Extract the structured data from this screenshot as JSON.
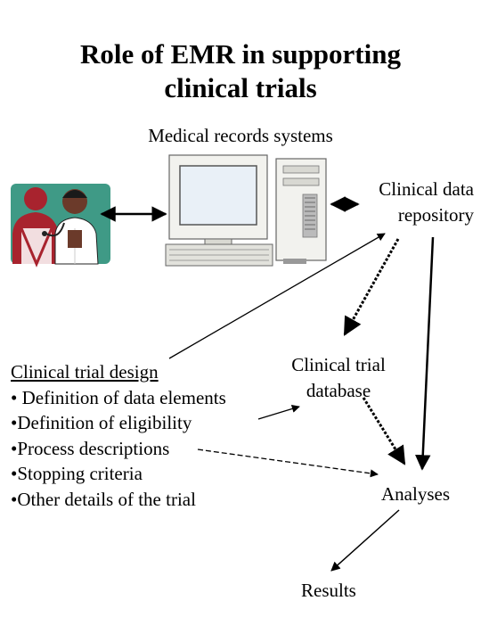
{
  "title": {
    "line1": "Role of EMR in supporting",
    "line2": "clinical trials"
  },
  "labels": {
    "medical_records": "Medical records systems",
    "clinical_data_line1": "Clinical data",
    "clinical_data_line2": "repository",
    "trial_db_line1": "Clinical trial",
    "trial_db_line2": "database",
    "analyses": "Analyses",
    "results": "Results"
  },
  "design": {
    "header": "Clinical trial design",
    "items": [
      "• Definition of data elements",
      "•Definition of eligibility",
      "•Process descriptions",
      "•Stopping criteria",
      "•Other details of the trial"
    ]
  },
  "icons": {
    "clinicians": "doctor-patient-icon",
    "computer": "desktop-computer-icon"
  },
  "colors": {
    "background": "#ffffff",
    "ink": "#000000",
    "clinician_bg": "#3f9a86",
    "patient_red": "#a8232e",
    "skin_dark": "#6b3a2a"
  }
}
